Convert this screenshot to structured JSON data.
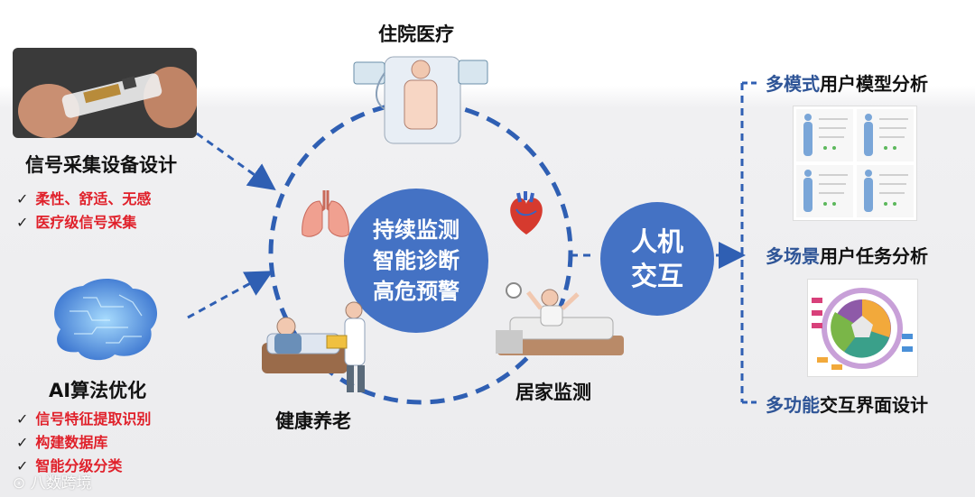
{
  "top_label": "住院医疗",
  "left_top": {
    "title": "信号采集设备设计",
    "bullets": [
      "柔性、舒适、无感",
      "医疗级信号采集"
    ]
  },
  "left_bottom": {
    "title": "AI算法优化",
    "bullets": [
      "信号特征提取识别",
      "构建数据库",
      "智能分级分类"
    ]
  },
  "center": {
    "lines": [
      "持续监测",
      "智能诊断",
      "高危预警"
    ]
  },
  "bottom_left_label": "健康养老",
  "bottom_right_label": "居家监测",
  "hci": {
    "lines": [
      "人机",
      "交互"
    ]
  },
  "right": {
    "items": [
      {
        "highlight": "多模式",
        "rest": "用户模型分析"
      },
      {
        "highlight": "多场景",
        "rest": "用户任务分析"
      },
      {
        "highlight": "多功能",
        "rest": "交互界面设计"
      }
    ]
  },
  "watermark": "八数跨境",
  "colors": {
    "accent_blue": "#4472c4",
    "dash_blue": "#2f5fb3",
    "bullet_red": "#e0202a",
    "highlight_blue": "#2f5597"
  }
}
